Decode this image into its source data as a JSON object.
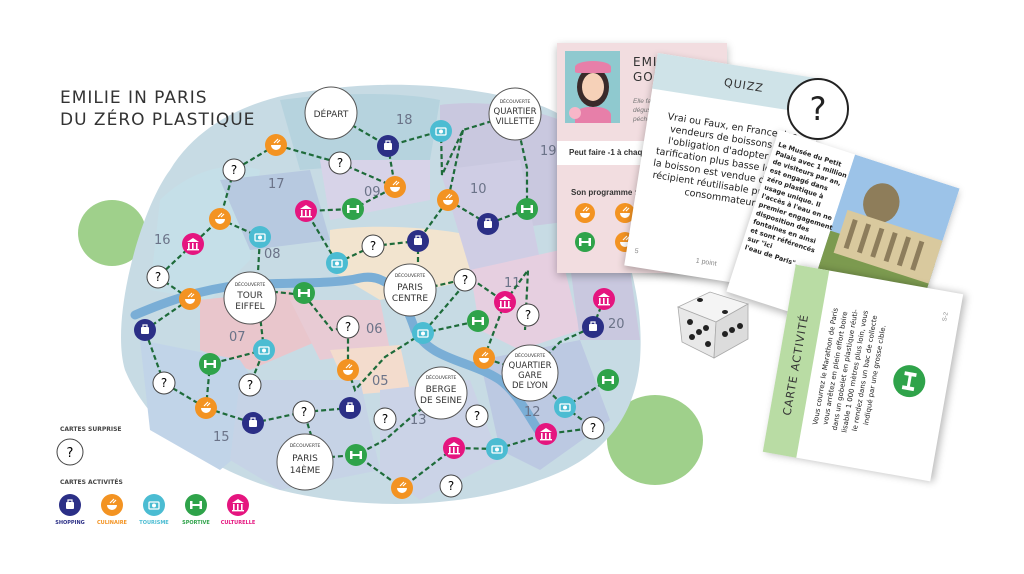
{
  "title_line1": "EMILIE IN PARIS",
  "title_line2": "DU ZÉRO PLASTIQUE",
  "districts": [
    "18",
    "19",
    "17",
    "09",
    "10",
    "16",
    "08",
    "11",
    "07",
    "06",
    "20",
    "05",
    "13",
    "12",
    "15"
  ],
  "nodes": {
    "depart": "DÉPART",
    "villette": {
      "tag": "DÉCOUVERTE",
      "l1": "QUARTIER",
      "l2": "VILLETTE"
    },
    "eiffel": {
      "tag": "DÉCOUVERTE",
      "l1": "TOUR",
      "l2": "EIFFEL"
    },
    "centre": {
      "tag": "DÉCOUVERTE",
      "l1": "PARIS",
      "l2": "CENTRE"
    },
    "lyon": {
      "tag": "DÉCOUVERTE",
      "l1": "QUARTIER",
      "l2": "GARE",
      "l3": "DE LYON"
    },
    "seine": {
      "tag": "DÉCOUVERTE",
      "l1": "BERGE",
      "l2": "DE SEINE"
    },
    "p14": {
      "tag": "DÉCOUVERTE",
      "l1": "PARIS",
      "l2": "14ÈME"
    }
  },
  "legend": {
    "surprise_label": "CARTES SURPRISE",
    "activities_label": "CARTES ACTIVITÉS",
    "items": [
      {
        "label": "SHOPPING",
        "color": "#2b2f86"
      },
      {
        "label": "CULINAIRE",
        "color": "#f39322"
      },
      {
        "label": "TOURISME",
        "color": "#4bbcd2"
      },
      {
        "label": "SPORTIVE",
        "color": "#2fa34a"
      },
      {
        "label": "CULTURELLE",
        "color": "#e5157f"
      }
    ]
  },
  "profile_card": {
    "name_l1": "EMILIE",
    "name_l2": "GOURMAN",
    "desc_l1": "Elle fait plein",
    "desc_l2": "dégustation",
    "desc_l3": "péché mign",
    "bonus": "Peut faire -1 à chaque l",
    "program_label": "Son programme :"
  },
  "quiz_card": {
    "header": "QUIZZ",
    "lines": [
      "Vrai ou Faux, en France, les",
      "vendeurs de boissons ont",
      "l'obligation d'adopter une",
      "tarification plus basse lorsque",
      "la boisson est vendue dans un",
      "récipient réutilisable présenté",
      "consommateur."
    ],
    "foot_left": "5",
    "foot_right": "1 point"
  },
  "photo_card": {
    "lines": [
      "Le Musée du Petit Palais avec 1 million",
      "de visiteurs par an, est engagé dans",
      "zéro plastique à usage unique. Il",
      "l'accès à l'eau en ne premier engagement",
      "disposition des fontaines en ainsi",
      "et sont référencés sur \"ici",
      "l'eau de Paris\"."
    ]
  },
  "activity_card": {
    "header": "CARTE ACTIVITÉ",
    "lines": [
      "Vous courrez le Marathon de Paris",
      "vous arrêtez en plein effort boire",
      "dans un gobelet en plastique réuti-",
      "lisable 1 000 mètres plus loin, vous",
      "le rendez dans un bac de collecte",
      "indiqué par une grosse cible."
    ],
    "code": "S-2"
  },
  "colors": {
    "shopping": "#2b2f86",
    "culinaire": "#f39322",
    "tourisme": "#4bbcd2",
    "sportive": "#2fa34a",
    "culturelle": "#e5157f",
    "path": "#1e6b3a",
    "river": "#7aaed6"
  }
}
